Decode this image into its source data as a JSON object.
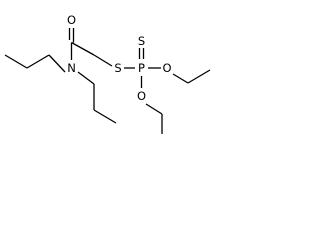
{
  "atoms": {
    "carbonyl_oxygen": "O",
    "amide_nitrogen": "N",
    "thioether_sulfur": "S",
    "phosphorus": "P",
    "thione_sulfur": "S",
    "ester_oxygen_right": "O",
    "ester_oxygen_lower": "O"
  }
}
